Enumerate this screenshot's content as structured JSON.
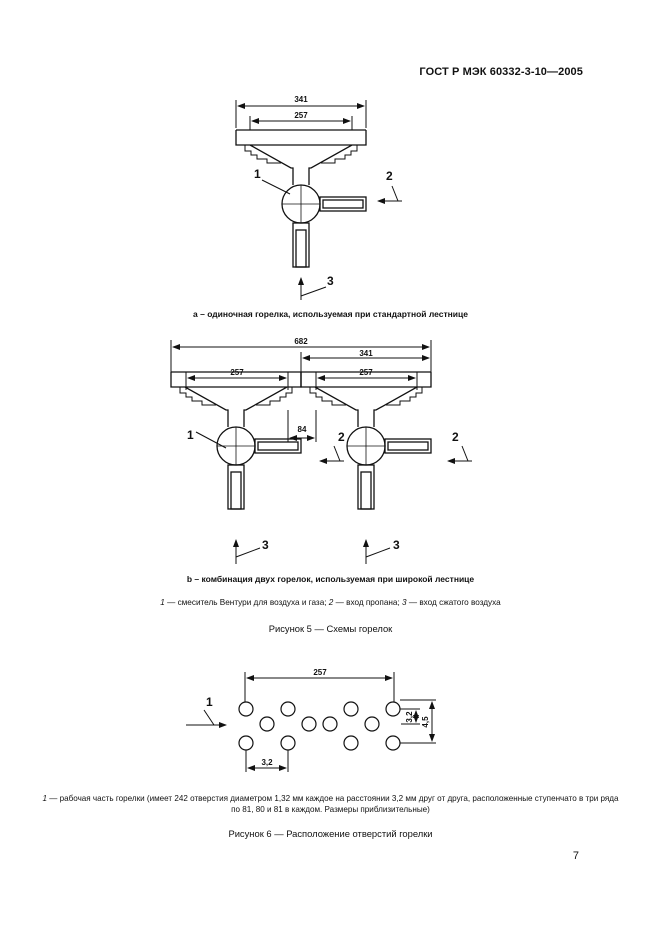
{
  "header": "ГОСТ Р МЭК 60332-3-10—2005",
  "fig5": {
    "a": {
      "dims": {
        "outer": "341",
        "inner": "257"
      },
      "labels": {
        "mixer": "1",
        "propane": "2",
        "air": "3"
      },
      "caption": "а – одиночная горелка, используемая при стандартной лестнице"
    },
    "b": {
      "dims": {
        "overall": "682",
        "half": "341",
        "inner_left": "257",
        "inner_right": "257",
        "gap": "84"
      },
      "labels": {
        "mixer": "1",
        "propane_left": "2",
        "propane_right": "2",
        "air_left": "3",
        "air_right": "3"
      },
      "caption": "b – комбинация двух горелок, используемая при широкой лестнице"
    },
    "legend": {
      "n1": "1",
      "t1": " — смеситель Вентури для воздуха и газа; ",
      "n2": "2",
      "t2": " — вход пропана; ",
      "n3": "3",
      "t3": " — вход сжатого воздуха"
    },
    "title": "Рисунок  5 — Схемы горелок"
  },
  "fig6": {
    "dims": {
      "length": "257",
      "pitch": "3,2",
      "row": "3,2",
      "height": "4,5"
    },
    "label": "1",
    "legend": {
      "n1": "1",
      "text": " — рабочая часть горелки (имеет 242 отверстия диаметром 1,32 мм каждое на расстоянии 3,2 мм друг от друга, расположенные ступенчато в три ряда по 81, 80 и 81 в каждом. Размеры приблизительные)"
    },
    "title": "Рисунок 6 — Расположение отверстий горелки"
  },
  "page_number": "7"
}
